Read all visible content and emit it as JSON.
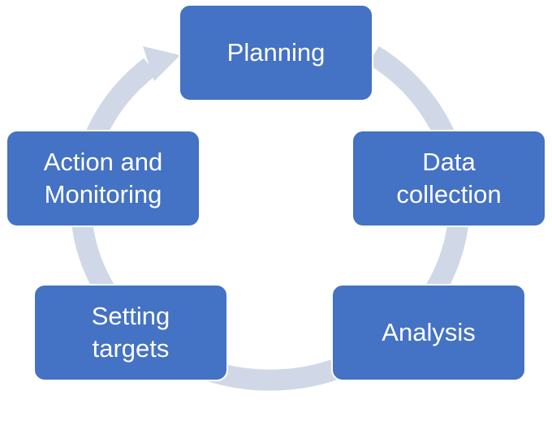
{
  "diagram": {
    "type": "cycle",
    "colors": {
      "node_fill": "#4472c4",
      "node_text": "#ffffff",
      "ring": "#d0d8e8"
    },
    "steps": [
      {
        "label": "Planning"
      },
      {
        "label": "Data\ncollection"
      },
      {
        "label": "Analysis"
      },
      {
        "label": "Setting\ntargets"
      },
      {
        "label": "Action and\nMonitoring"
      }
    ]
  }
}
